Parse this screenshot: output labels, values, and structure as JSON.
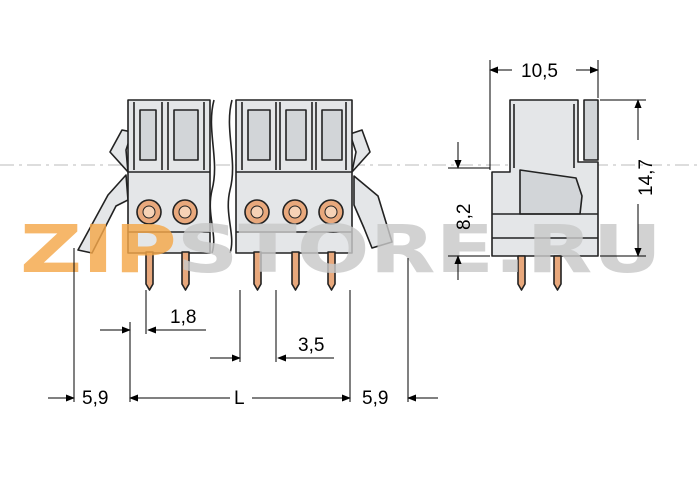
{
  "dimensions": {
    "pitch_small": "1,8",
    "pitch": "3,5",
    "offset_left": "5,9",
    "length": "L",
    "offset_right": "5,9",
    "width": "10,5",
    "height_total": "14,7",
    "height_pin": "8,2"
  },
  "watermark": {
    "text": "ZIPSTORE.RU",
    "colors": {
      "zip": "#f5a84a",
      "store": "#c9c9c9"
    }
  },
  "colors": {
    "housing": "#e4e6e8",
    "outline": "#222222",
    "contact": "#e8a87c"
  }
}
